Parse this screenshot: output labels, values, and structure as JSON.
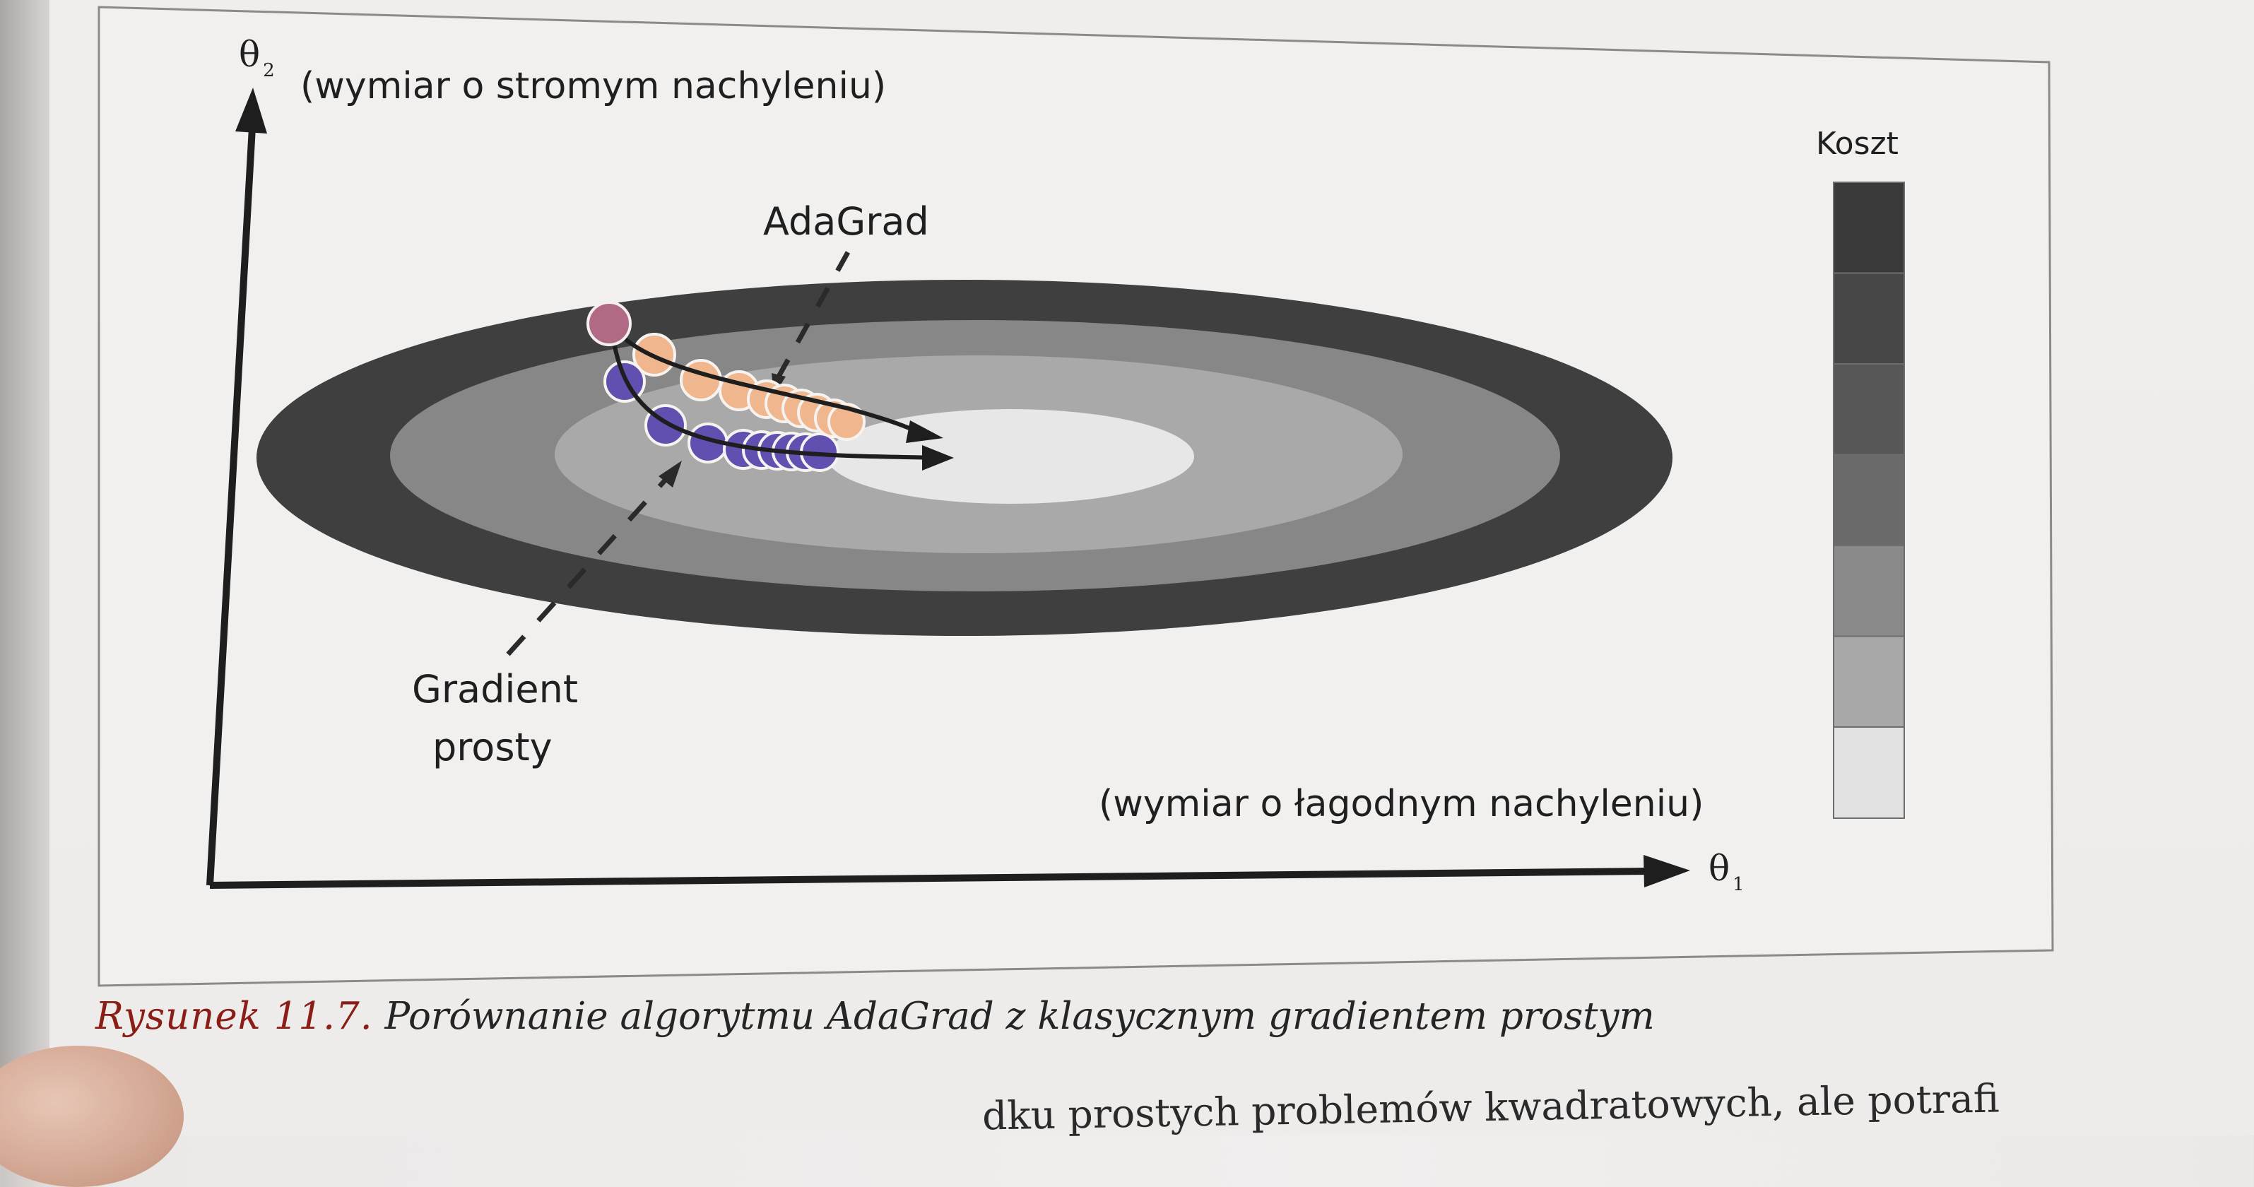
{
  "figure": {
    "y_axis": {
      "symbol": "θ",
      "subscript": "2",
      "label": "(wymiar o stromym nachyleniu)"
    },
    "x_axis": {
      "symbol": "θ",
      "subscript": "1",
      "label": "(wymiar o łagodnym nachyleniu)"
    },
    "colorbar": {
      "title": "Koszt",
      "levels": [
        "#3a3a3a",
        "#474747",
        "#575757",
        "#6a6a6a",
        "#8a8a8a",
        "#a8a8a8",
        "#e2e2e2"
      ]
    },
    "contour_colors": [
      "#3f3f3f",
      "#878787",
      "#a9a9a9",
      "#e7e7e7"
    ],
    "annotations": {
      "adagrad": "AdaGrad",
      "gradient_line1": "Gradient",
      "gradient_line2": "prosty"
    },
    "colors": {
      "start_point": "#b06a86",
      "adagrad_points": "#f0b68d",
      "gd_points": "#6250b0"
    }
  },
  "caption": {
    "figure_number": "Rysunek 11.7.",
    "text": "Porównanie algorytmu AdaGrad z klasycznym gradientem prostym"
  },
  "body_text_fragment": "dku prostych problemów kwadratowych, ale potrafi"
}
